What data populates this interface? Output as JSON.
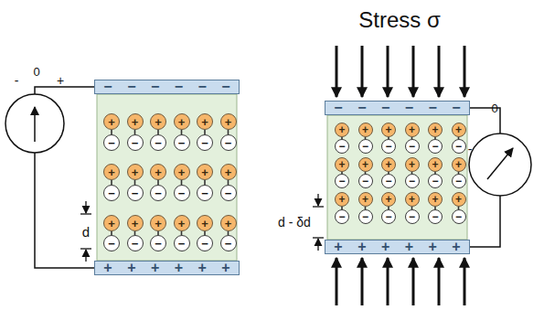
{
  "diagram": {
    "nodes": [
      {
        "text": [
          "− − − − − −"
        ]
      },
      {
        "text": [
          "+"
        ]
      },
      {
        "text": [
          "+"
        ]
      },
      {
        "text": [
          "+"
        ]
      },
      {
        "text": [
          "+"
        ]
      },
      {
        "text": [
          "+"
        ]
      },
      {
        "text": [
          "+"
        ]
      },
      {
        "text": [
          "−"
        ]
      },
      {
        "text": [
          "−"
        ]
      },
      {
        "text": [
          "−"
        ]
      },
      {
        "text": [
          "−"
        ]
      },
      {
        "text": [
          "−"
        ]
      },
      {
        "text": [
          "−"
        ]
      },
      {
        "text": [
          "+"
        ]
      },
      {
        "text": [
          "+"
        ]
      },
      {
        "text": [
          "+"
        ]
      },
      {
        "text": [
          "+"
        ]
      },
      {
        "text": [
          "+"
        ]
      },
      {
        "text": [
          "+"
        ]
      },
      {
        "text": [
          "−"
        ]
      },
      {
        "text": [
          "−"
        ]
      },
      {
        "text": [
          "−"
        ]
      },
      {
        "text": [
          "−"
        ]
      },
      {
        "text": [
          "−"
        ]
      },
      {
        "text": [
          "−"
        ]
      },
      {
        "text": [
          "+"
        ]
      },
      {
        "text": [
          "+"
        ]
      },
      {
        "text": [
          "+"
        ]
      },
      {
        "text": [
          "+"
        ]
      },
      {
        "text": [
          "+"
        ]
      },
      {
        "text": [
          "+"
        ]
      },
      {
        "text": [
          "−"
        ]
      },
      {
        "text": [
          "−"
        ]
      },
      {
        "text": [
          "−"
        ]
      },
      {
        "text": [
          "−"
        ]
      },
      {
        "text": [
          "−"
        ]
      },
      {
        "text": [
          "−"
        ]
      },
      {
        "text": [
          "+ + + + + +"
        ]
      },
      {
        "text": [
          "− − − − − −"
        ]
      },
      {
        "text": [
          "+"
        ]
      },
      {
        "text": [
          "+"
        ]
      },
      {
        "text": [
          "+"
        ]
      },
      {
        "text": [
          "+"
        ]
      },
      {
        "text": [
          "+"
        ]
      },
      {
        "text": [
          "+"
        ]
      },
      {
        "text": [
          "−"
        ]
      },
      {
        "text": [
          "−"
        ]
      },
      {
        "text": [
          "−"
        ]
      },
      {
        "text": [
          "−"
        ]
      },
      {
        "text": [
          "−"
        ]
      },
      {
        "text": [
          "−"
        ]
      },
      {
        "text": [
          "+"
        ]
      },
      {
        "text": [
          "+"
        ]
      },
      {
        "text": [
          "+"
        ]
      },
      {
        "text": [
          "+"
        ]
      },
      {
        "text": [
          "+"
        ]
      },
      {
        "text": [
          "+"
        ]
      },
      {
        "text": [
          "−"
        ]
      },
      {
        "text": [
          "−"
        ]
      },
      {
        "text": [
          "−"
        ]
      },
      {
        "text": [
          "−"
        ]
      },
      {
        "text": [
          "−"
        ]
      },
      {
        "text": [
          "−"
        ]
      },
      {
        "text": [
          "+"
        ]
      },
      {
        "text": [
          "+"
        ]
      },
      {
        "text": [
          "+"
        ]
      },
      {
        "text": [
          "+"
        ]
      },
      {
        "text": [
          "+"
        ]
      },
      {
        "text": [
          "+"
        ]
      },
      {
        "text": [
          "−"
        ]
      },
      {
        "text": [
          "−"
        ]
      },
      {
        "text": [
          "−"
        ]
      },
      {
        "text": [
          "−"
        ]
      },
      {
        "text": [
          "−"
        ]
      },
      {
        "text": [
          "−"
        ]
      },
      {
        "text": [
          "+ + + + + +"
        ]
      }
    ],
    "edges": [
      {
        "from": 1,
        "to": 7,
        "arrow": "none"
      },
      {
        "from": 2,
        "to": 8,
        "arrow": "none"
      },
      {
        "from": 3,
        "to": 9,
        "arrow": "none"
      },
      {
        "from": 4,
        "to": 10,
        "arrow": "none"
      },
      {
        "from": 5,
        "to": 11,
        "arrow": "none"
      },
      {
        "from": 6,
        "to": 12,
        "arrow": "none"
      },
      {
        "from": 13,
        "to": 19,
        "arrow": "none"
      },
      {
        "from": 14,
        "to": 20,
        "arrow": "none"
      },
      {
        "from": 15,
        "to": 21,
        "arrow": "none"
      },
      {
        "from": 16,
        "to": 22,
        "arrow": "none"
      },
      {
        "from": 17,
        "to": 23,
        "arrow": "none"
      },
      {
        "from": 18,
        "to": 24,
        "arrow": "none"
      },
      {
        "from": 25,
        "to": 31,
        "arrow": "none"
      },
      {
        "from": 26,
        "to": 32,
        "arrow": "none"
      },
      {
        "from": 27,
        "to": 33,
        "arrow": "none"
      },
      {
        "from": 28,
        "to": 34,
        "arrow": "none"
      },
      {
        "from": 29,
        "to": 35,
        "arrow": "none"
      },
      {
        "from": 30,
        "to": 36,
        "arrow": "none"
      },
      {
        "from": 39,
        "to": 45,
        "arrow": "none"
      },
      {
        "from": 40,
        "to": 46,
        "arrow": "none"
      },
      {
        "from": 41,
        "to": 47,
        "arrow": "none"
      },
      {
        "from": 42,
        "to": 48,
        "arrow": "none"
      },
      {
        "from": 43,
        "to": 49,
        "arrow": "none"
      },
      {
        "from": 44,
        "to": 50,
        "arrow": "none"
      },
      {
        "from": 51,
        "to": 57,
        "arrow": "none"
      },
      {
        "from": 52,
        "to": 58,
        "arrow": "none"
      },
      {
        "from": 53,
        "to": 59,
        "arrow": "none"
      },
      {
        "from": 54,
        "to": 60,
        "arrow": "none"
      },
      {
        "from": 55,
        "to": 61,
        "arrow": "none"
      },
      {
        "from": 56,
        "to": 62,
        "arrow": "none"
      },
      {
        "from": 63,
        "to": 69,
        "arrow": "none"
      },
      {
        "from": 64,
        "to": 70,
        "arrow": "none"
      },
      {
        "from": 65,
        "to": 71,
        "arrow": "none"
      },
      {
        "from": 66,
        "to": 72,
        "arrow": "none"
      },
      {
        "from": 67,
        "to": 73,
        "arrow": "none"
      },
      {
        "from": 68,
        "to": 74,
        "arrow": "none"
      }
    ],
    "labels": [
      "Stress σ",
      "-",
      "0",
      "+",
      "d",
      "0",
      "-",
      "d - δd"
    ]
  }
}
